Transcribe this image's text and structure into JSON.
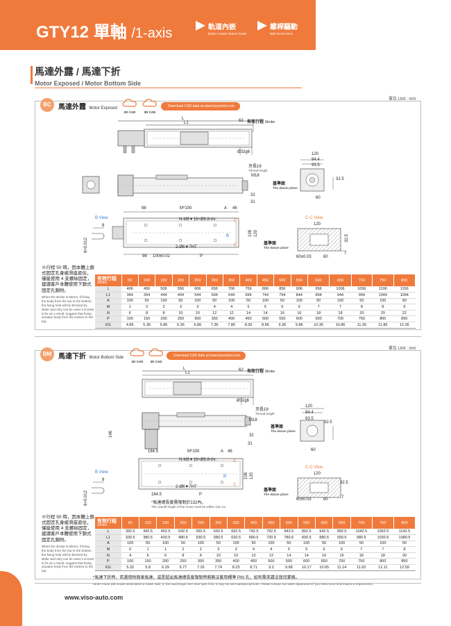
{
  "header": {
    "title": "GTY12 單軸",
    "title_sub": "/1-axis",
    "nav": [
      {
        "zh": "軌道內嵌",
        "en": "Built-in Linear Motion Guide"
      },
      {
        "zh": "螺桿驅動",
        "en": "Ball Screw Drive"
      }
    ],
    "accent": "#f07a3c"
  },
  "section": {
    "title_zh": "馬達外露 / 馬達下折",
    "title_en": "Motor Exposed / Motor Bottom Side"
  },
  "panels": [
    {
      "badge": "BC",
      "title_zh": "馬達外露",
      "title_en": "Motor Exposed",
      "unit": "單位 Unit : mm",
      "cad_2d": "2D CAD",
      "cad_3d": "3D CAD",
      "download": "Download CAD data at www.toyorobot.com",
      "dims": {
        "l": "L",
        "l1": "L1",
        "d62": "62",
        "stroke_zh": "有效行程",
        "stroke_en": "Stroke",
        "shaft": "Ø32g6",
        "thread_zh": "牙長19",
        "thread_en": "Thread length",
        "m18": "M18",
        "d32": "32",
        "d31": "31",
        "datum_zh": "基準面",
        "datum_en": "The datum plane",
        "d120": "120",
        "d94_4": "94.4",
        "d93_5": "93.5",
        "d32_5": "32.5",
        "d60": "60",
        "d98": "98",
        "m100": "M*100",
        "a": "A",
        "d46": "46",
        "nm8": "N-M8▼16×Ø6.8-thr.",
        "pin": "2-Ø6▼7H7",
        "d98b": "98",
        "d100": "100±0.02",
        "p": "P",
        "d108": "108",
        "d120v": "120",
        "c": "C",
        "b": "B",
        "b_view": "B View",
        "b8": "8",
        "b6": "6+0.012",
        "cc_view": "C-C View",
        "cc120": "120",
        "cc60a": "60±0.03",
        "cc60": "60",
        "cc32_5": "32.5",
        "cc7": "7"
      },
      "note_zh": "※行程 50 時，因本體上鎖式固定孔會被滑座遮住，僅能使用 4 支螺絲固定，建議客戶本體使用下鎖式固定孔鎖附。",
      "note_en": "When the stroke is 50mm, if fixing the body from the top to the bottom, the fixing hole will be blocked by slider and only can be used 4 screws to fix as a result, suggest that fixing actuator body from the bottom to the top.",
      "table": {
        "header_zh": "有效行程",
        "header_en": "Stroke",
        "strokes": [
          "50",
          "100",
          "150",
          "200",
          "250",
          "300",
          "350",
          "400",
          "450",
          "500",
          "550",
          "600",
          "650",
          "700",
          "750",
          "800"
        ],
        "rows": [
          {
            "label": "L",
            "values": [
              "406",
              "456",
              "506",
              "556",
              "606",
              "656",
              "706",
              "756",
              "806",
              "856",
              "906",
              "956",
              "1006",
              "1056",
              "1106",
              "1156"
            ]
          },
          {
            "label": "L1",
            "values": [
              "344",
              "394",
              "444",
              "494",
              "544",
              "594",
              "644",
              "694",
              "744",
              "794",
              "844",
              "894",
              "944",
              "994",
              "1044",
              "1094"
            ]
          },
          {
            "label": "A",
            "values": [
              "100",
              "50",
              "100",
              "50",
              "100",
              "50",
              "100",
              "50",
              "100",
              "50",
              "100",
              "50",
              "100",
              "50",
              "100",
              "50"
            ]
          },
          {
            "label": "M",
            "values": [
              "1",
              "2",
              "2",
              "3",
              "3",
              "4",
              "4",
              "5",
              "5",
              "6",
              "6",
              "7",
              "7",
              "8",
              "8",
              "9"
            ]
          },
          {
            "label": "N",
            "values": [
              "6",
              "8",
              "8",
              "10",
              "10",
              "12",
              "12",
              "14",
              "14",
              "16",
              "16",
              "18",
              "18",
              "20",
              "20",
              "22"
            ]
          },
          {
            "label": "P",
            "values": [
              "100",
              "150",
              "200",
              "250",
              "300",
              "350",
              "400",
              "450",
              "500",
              "550",
              "600",
              "650",
              "700",
              "750",
              "800",
              "850"
            ]
          },
          {
            "label": "KG",
            "values": [
              "4.86",
              "5.36",
              "5.86",
              "6.36",
              "6.86",
              "7.36",
              "7.86",
              "8.36",
              "8.86",
              "9.36",
              "9.86",
              "10.36",
              "10.86",
              "11.36",
              "11.86",
              "12.36"
            ]
          }
        ]
      }
    },
    {
      "badge": "BM",
      "title_zh": "馬達下折",
      "title_en": "Motor Bottom Side",
      "unit": "單位 Unit : mm",
      "cad_2d": "2D CAD",
      "cad_3d": "3D CAD",
      "download": "Download CAD data at www.toyorobot.com",
      "dims": {
        "l": "L",
        "l1": "L1",
        "d62": "62",
        "stroke_zh": "有效行程",
        "stroke_en": "Stroke",
        "shaft": "Ø32g6",
        "thread_zh": "牙長19",
        "thread_en": "Thread length",
        "m18": "M18",
        "d32": "32",
        "d31": "31",
        "d146": "146",
        "datum_zh": "基準面",
        "datum_en": "The datum plane",
        "d120": "120",
        "d94_4": "94.4",
        "d93_5": "93.5",
        "d32_5": "32.5",
        "d60": "60",
        "d184": "184.5",
        "m100": "M*100",
        "a": "A",
        "d46": "46",
        "nm8": "N-M8▼16×Ø6.8-thr.",
        "pin": "2-Ø6▼7H7",
        "d184b": "184.5",
        "p": "P",
        "d108": "108",
        "d120v": "120",
        "c": "C",
        "b": "B",
        "b_view": "B View",
        "b8": "8",
        "b6": "6+0.012",
        "cc_view": "C-C View",
        "cc120": "120",
        "cc60a": "60±0.03",
        "cc60": "60",
        "cc32_5": "32.5",
        "cc7": "7",
        "brake_zh": "*馬達總長度需限制於132內。",
        "brake_en": "The overall length of the motor must be within 132 cm."
      },
      "note_zh": "※行程 50 時，因本體上鎖式固定孔會被滑座遮住，僅能使用 4 支螺絲固定，建議客戶本體使用下鎖式固定孔鎖附。",
      "note_en": "When the stroke is 50mm, if fixing the body from the top to the bottom, the fixing hole will be blocked by slider and only can be used 4 screws to fix as a result, suggest that fixing actuator body from the bottom to the top.",
      "table": {
        "header_zh": "有效行程",
        "header_en": "Stroke",
        "strokes": [
          "50",
          "100",
          "150",
          "200",
          "250",
          "300",
          "350",
          "400",
          "450",
          "500",
          "550",
          "600",
          "650",
          "700",
          "750",
          "800"
        ],
        "rows": [
          {
            "label": "L",
            "values": [
              "392.5",
              "442.5",
              "492.5",
              "542.5",
              "592.5",
              "642.5",
              "692.5",
              "742.5",
              "792.5",
              "842.5",
              "892.5",
              "942.5",
              "992.5",
              "1042.5",
              "1092.5",
              "1142.5"
            ]
          },
          {
            "label": "L1",
            "values": [
              "330.5",
              "380.5",
              "430.5",
              "480.5",
              "530.5",
              "580.5",
              "630.5",
              "680.5",
              "730.5",
              "780.5",
              "830.5",
              "880.5",
              "930.5",
              "980.5",
              "1030.5",
              "1080.5"
            ]
          },
          {
            "label": "A",
            "values": [
              "100",
              "50",
              "100",
              "50",
              "100",
              "50",
              "100",
              "50",
              "100",
              "50",
              "100",
              "50",
              "100",
              "50",
              "100",
              "50"
            ]
          },
          {
            "label": "M",
            "values": [
              "0",
              "1",
              "1",
              "2",
              "2",
              "3",
              "3",
              "4",
              "4",
              "5",
              "5",
              "6",
              "6",
              "7",
              "7",
              "8"
            ]
          },
          {
            "label": "N",
            "values": [
              "4",
              "6",
              "6",
              "8",
              "8",
              "10",
              "10",
              "12",
              "12",
              "14",
              "14",
              "16",
              "16",
              "18",
              "18",
              "20"
            ]
          },
          {
            "label": "P",
            "values": [
              "100",
              "150",
              "200",
              "250",
              "300",
              "350",
              "400",
              "450",
              "500",
              "550",
              "600",
              "650",
              "700",
              "750",
              "800",
              "850"
            ]
          },
          {
            "label": "KG",
            "values": [
              "5.32",
              "5.8",
              "6.29",
              "6.77",
              "7.26",
              "7.74",
              "8.23",
              "8.71",
              "9.2",
              "9.68",
              "10.17",
              "10.65",
              "11.14",
              "11.62",
              "12.11",
              "12.59"
            ]
          }
        ]
      },
      "footnote_zh": "*馬達下折時，若選用附煞車馬達，或是超出馬達總長度限制時將無法套用標準 PIN 孔，如有需求請洽我司業務。",
      "footnote_en": "When motor with brake assembled on lower side, or the total length over than spec limit, it may not use standard pinhole. Please contact our sales department if you need more information & requirement."
    }
  ],
  "footer": {
    "site": "www.viso-auto.com"
  }
}
